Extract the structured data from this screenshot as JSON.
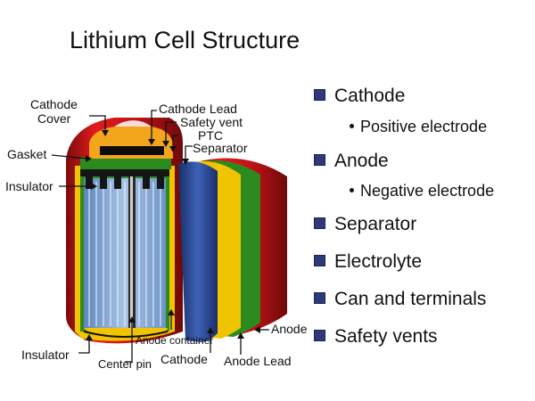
{
  "title": "Lithium Cell Structure",
  "labels": {
    "cathode_cover_1": "Cathode",
    "cathode_cover_2": "Cover",
    "cathode_lead": "Cathode Lead",
    "safety_vent": "Safety vent",
    "ptc": "PTC",
    "separator": "Separator",
    "gasket": "Gasket",
    "insulator_top": "Insulator",
    "insulator_bottom": "Insulator",
    "anode_container": "Anode container",
    "anode": "Anode",
    "center_pin": "Center pin",
    "cathode": "Cathode",
    "anode_lead": "Anode Lead"
  },
  "bullets": [
    {
      "text": "Cathode",
      "level": 1
    },
    {
      "text": "Positive electrode",
      "level": 2
    },
    {
      "text": "Anode",
      "level": 1
    },
    {
      "text": "Negative electrode",
      "level": 2
    },
    {
      "text": "Separator",
      "level": 1
    },
    {
      "text": "Electrolyte",
      "level": 1
    },
    {
      "text": "Can and terminals",
      "level": 1
    },
    {
      "text": "Safety vents",
      "level": 1
    }
  ],
  "colors": {
    "can": "#d8161b",
    "cathode_layer": "#f0c400",
    "anode_layer": "#2c8a1e",
    "separator_layer": "#1f3f8f",
    "core": "#7fa6d6",
    "cover": "#f3a51c"
  }
}
